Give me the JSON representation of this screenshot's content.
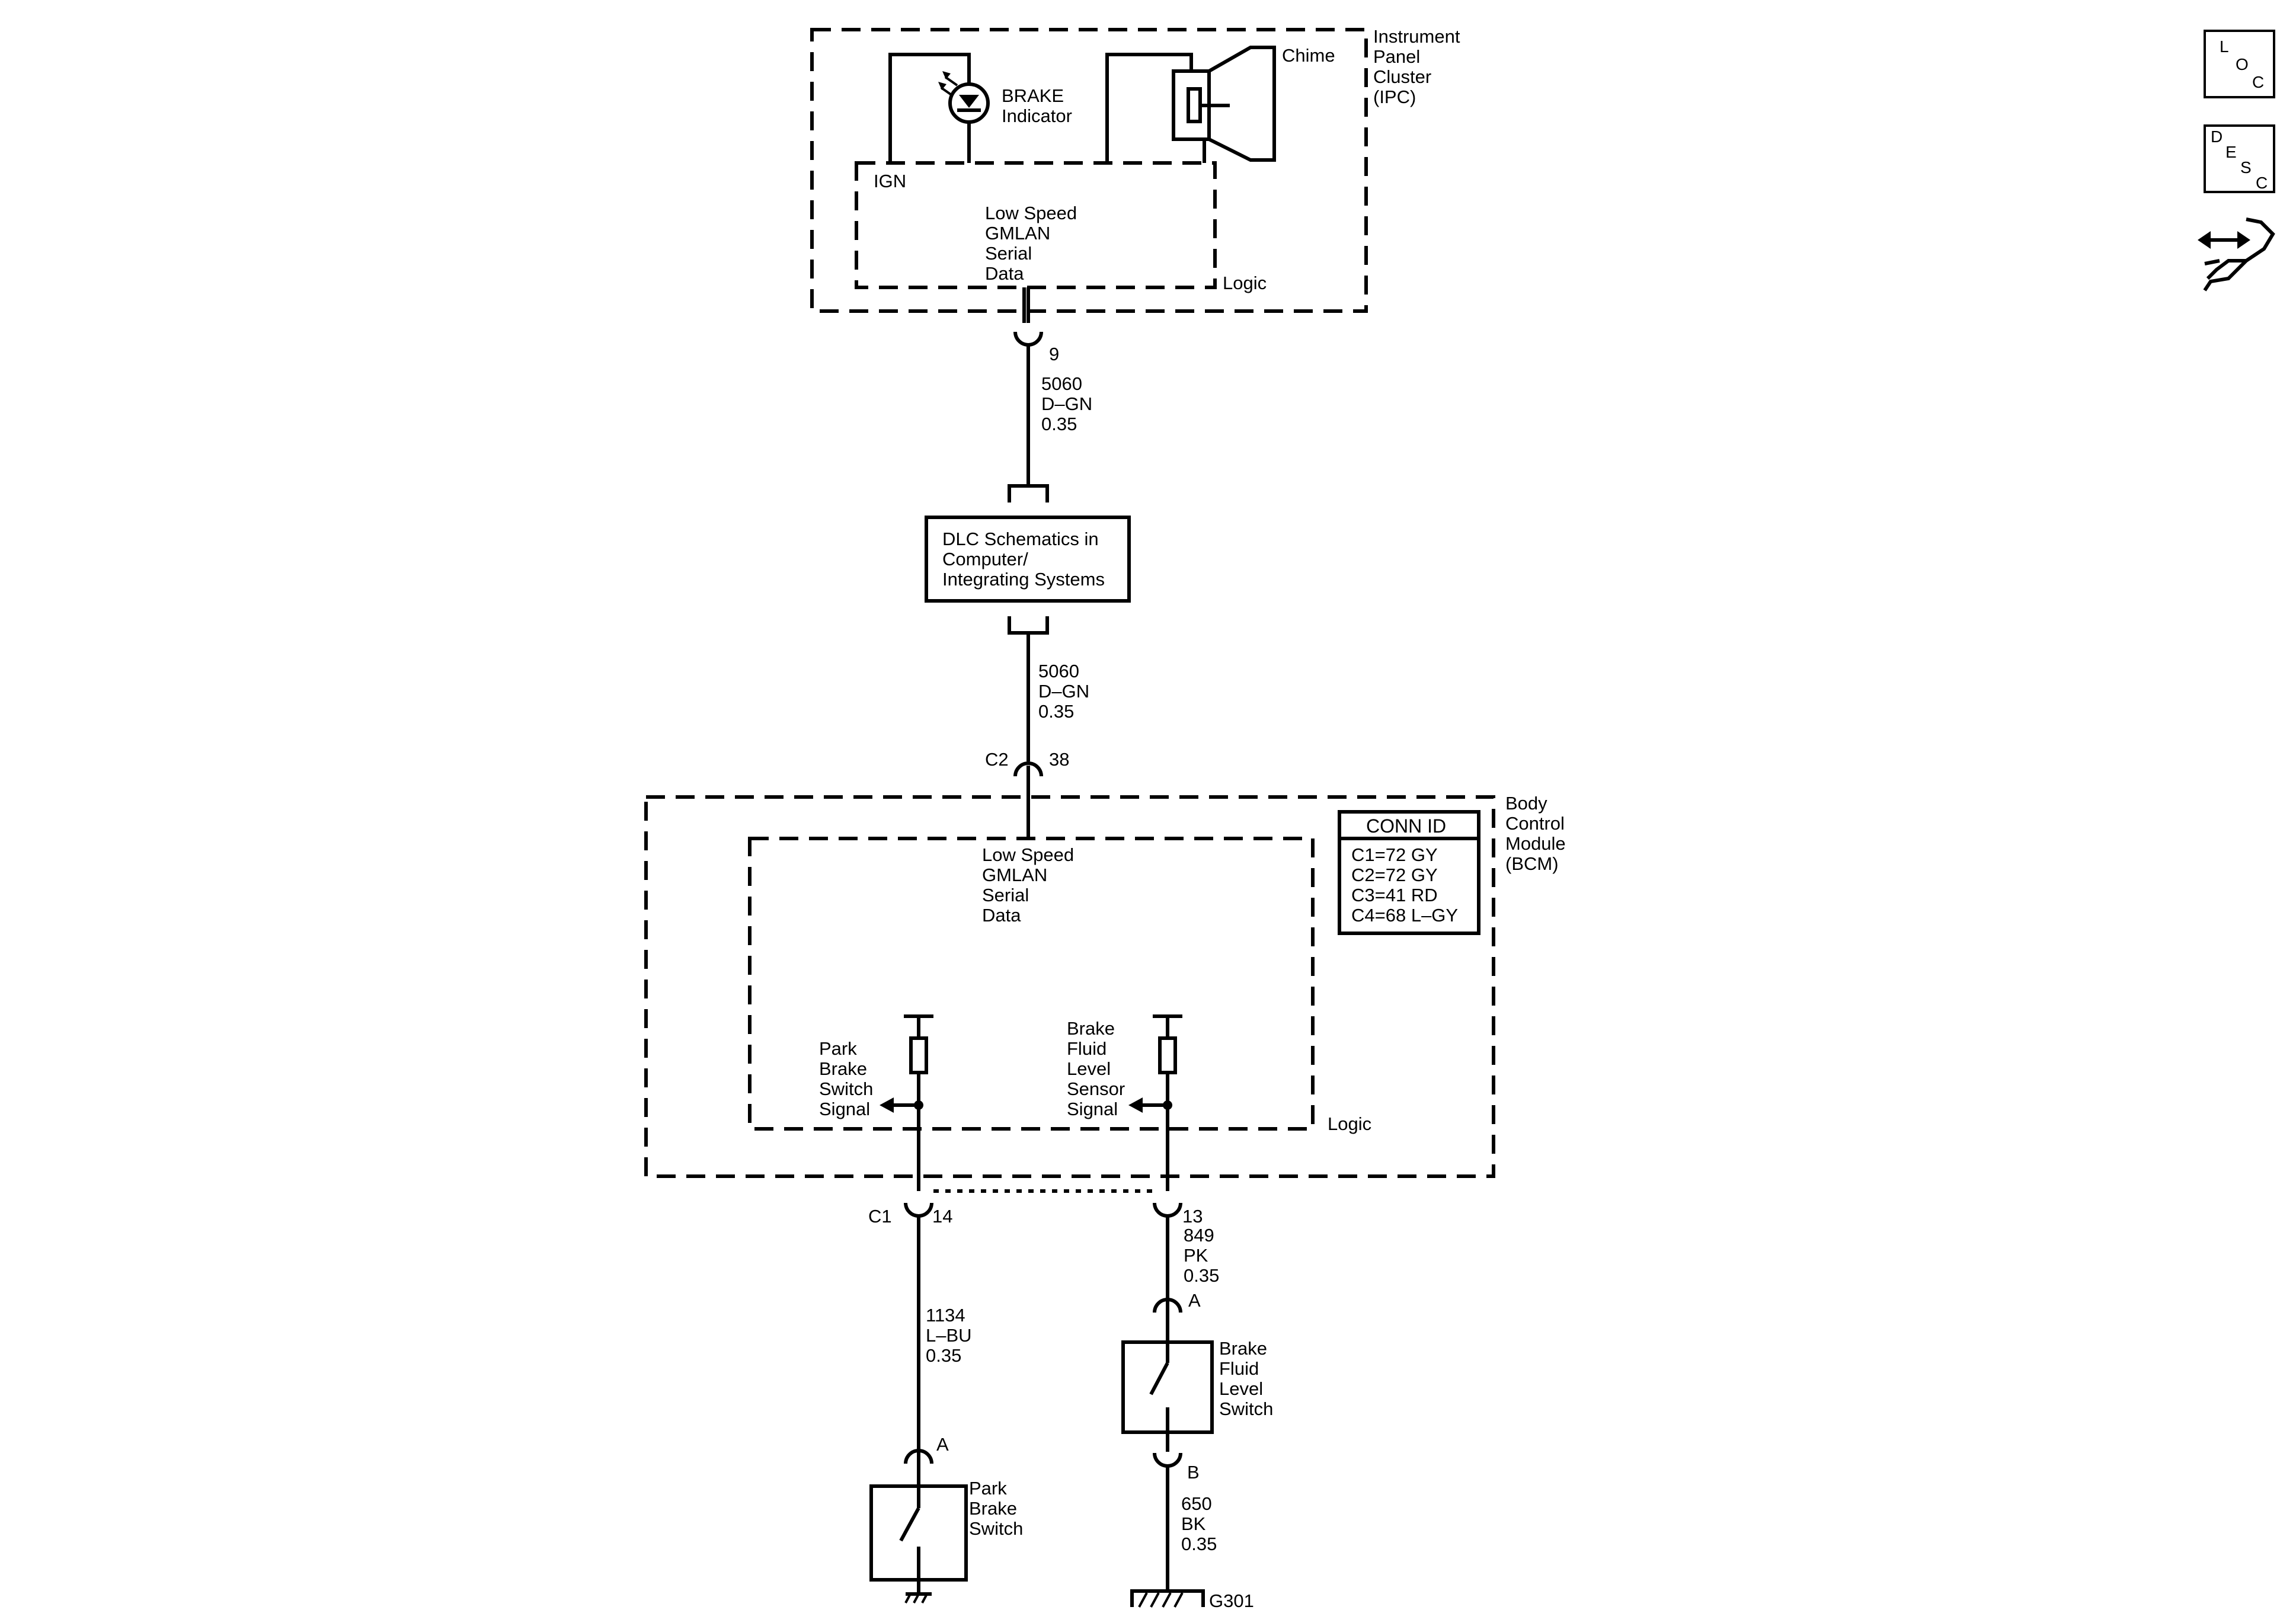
{
  "ipc": {
    "name": [
      "Instrument",
      "Panel",
      "Cluster",
      "(IPC)"
    ],
    "brake_indicator": [
      "BRAKE",
      "Indicator"
    ],
    "chime": "Chime",
    "ign": "IGN",
    "gmlan": [
      "Low Speed",
      "GMLAN",
      "Serial",
      "Data"
    ],
    "logic": "Logic",
    "pin": "9"
  },
  "wire_top": [
    "5060",
    "D–GN",
    "0.35"
  ],
  "dlc": [
    "DLC Schematics in",
    "Computer/",
    "Integrating Systems"
  ],
  "wire_mid": [
    "5060",
    "D–GN",
    "0.35"
  ],
  "bcm_conn_top": {
    "connector": "C2",
    "pin": "38"
  },
  "bcm": {
    "name": [
      "Body",
      "Control",
      "Module",
      "(BCM)"
    ],
    "gmlan": [
      "Low Speed",
      "GMLAN",
      "Serial",
      "Data"
    ],
    "logic": "Logic",
    "park_signal": [
      "Park",
      "Brake",
      "Switch",
      "Signal"
    ],
    "fluid_signal": [
      "Brake",
      "Fluid",
      "Level",
      "Sensor",
      "Signal"
    ],
    "conn_id_title": "CONN ID",
    "conn_id": [
      "C1=72 GY",
      "C2=72 GY",
      "C3=41 RD",
      "C4=68 L–GY"
    ]
  },
  "bcm_conn_bottom": {
    "connector": "C1",
    "pin_left": "14",
    "pin_right": "13"
  },
  "wire_park": [
    "1134",
    "L–BU",
    "0.35"
  ],
  "wire_fluid": [
    "849",
    "PK",
    "0.35"
  ],
  "park_switch": {
    "pin": "A",
    "name": [
      "Park",
      "Brake",
      "Switch"
    ]
  },
  "fluid_switch": {
    "pin_top": "A",
    "pin_bottom": "B",
    "name": [
      "Brake",
      "Fluid",
      "Level",
      "Switch"
    ]
  },
  "wire_ground": [
    "650",
    "BK",
    "0.35"
  ],
  "ground": "G301",
  "nav": {
    "loc": [
      "L",
      "O",
      "C"
    ],
    "desc": [
      "D",
      "E",
      "S",
      "C"
    ]
  }
}
